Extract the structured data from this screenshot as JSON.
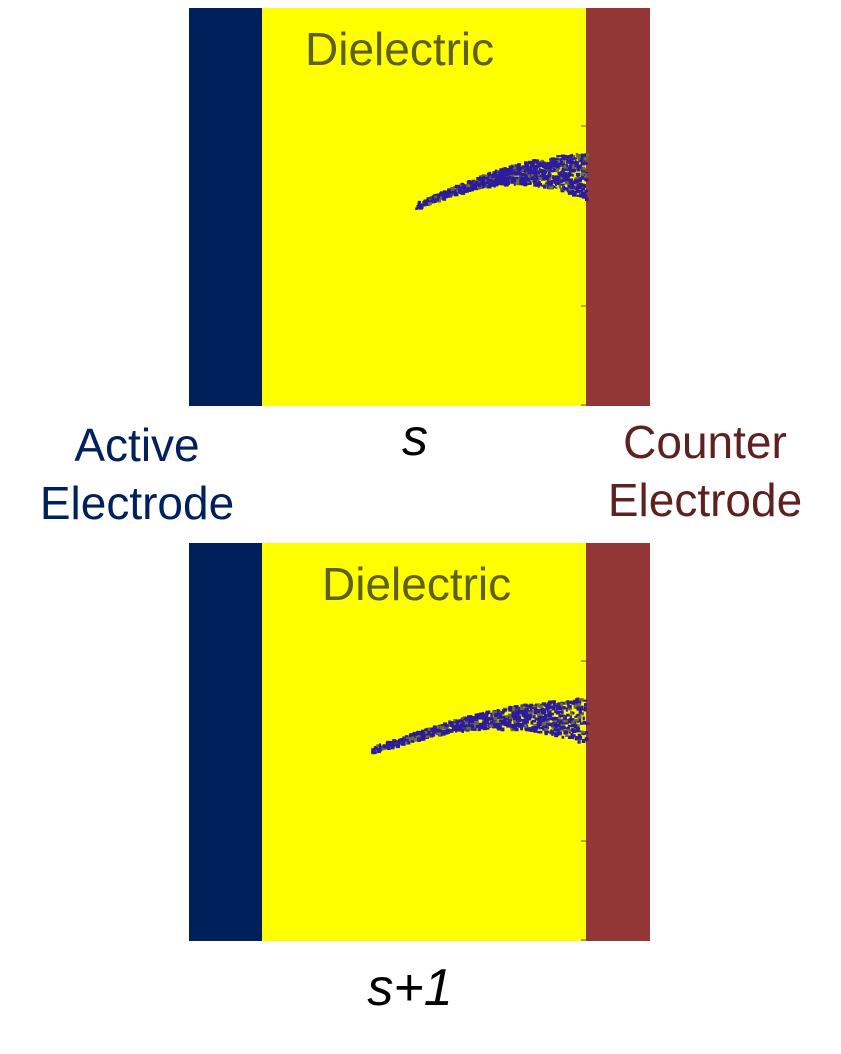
{
  "colors": {
    "active_electrode": "#00205b",
    "dielectric": "#ffff00",
    "counter_electrode": "#933736",
    "filament": "#2c1c9c",
    "filament_edge": "#6b6a3a",
    "dielectric_label": "#5f5f1c",
    "active_label": "#012060",
    "counter_label": "#5e2120"
  },
  "labels": {
    "dielectric_top": "Dielectric",
    "dielectric_bottom": "Dielectric",
    "active_electrode_line1": "Active",
    "active_electrode_line2": "Electrode",
    "counter_electrode_line1": "Counter",
    "counter_electrode_line2": "Electrode",
    "step_top": "s",
    "step_bottom": "s+1"
  }
}
